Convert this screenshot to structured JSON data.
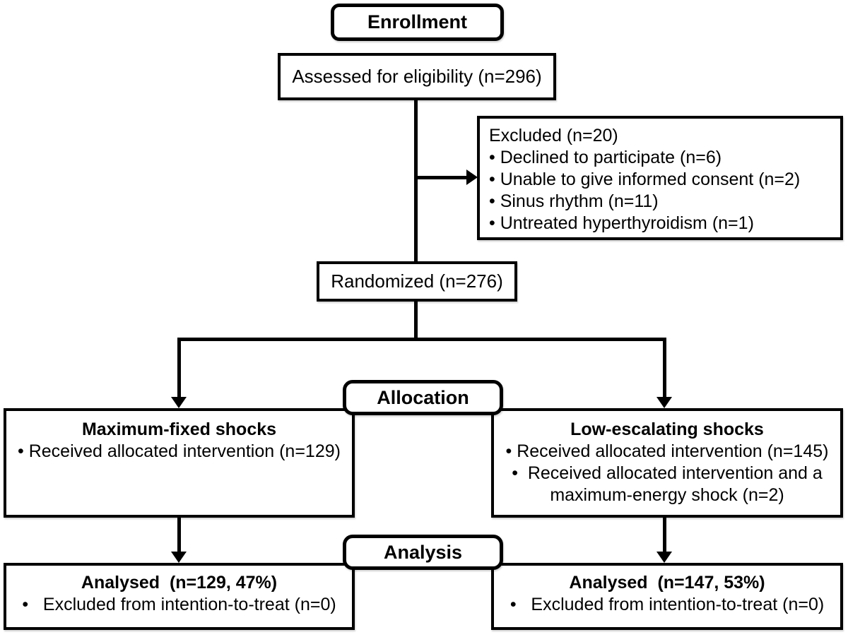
{
  "diagram": {
    "colors": {
      "line": "#000000",
      "background": "#ffffff"
    },
    "stages": {
      "enrollment": "Enrollment",
      "allocation": "Allocation",
      "analysis": "Analysis"
    },
    "assessed": {
      "label": "Assessed for eligibility (n=296)"
    },
    "excluded": {
      "title": "Excluded (n=20)",
      "items": [
        "• Declined to participate (n=6)",
        "• Unable to give informed consent (n=2)",
        "• Sinus rhythm (n=11)",
        "• Untreated hyperthyroidism (n=1)"
      ]
    },
    "randomized": {
      "label": "Randomized (n=276)"
    },
    "arm_left": {
      "title": "Maximum-fixed shocks",
      "items": [
        "• Received allocated intervention (n=129)"
      ]
    },
    "arm_right": {
      "title": "Low-escalating shocks",
      "items": [
        "• Received allocated intervention (n=145)",
        "•  Received allocated intervention and a maximum-energy shock (n=2)"
      ]
    },
    "analysis_left": {
      "title": "Analysed  (n=129, 47%)",
      "items": [
        "•   Excluded from intention-to-treat (n=0)"
      ]
    },
    "analysis_right": {
      "title": "Analysed  (n=147, 53%)",
      "items": [
        "•   Excluded from intention-to-treat (n=0)"
      ]
    }
  }
}
